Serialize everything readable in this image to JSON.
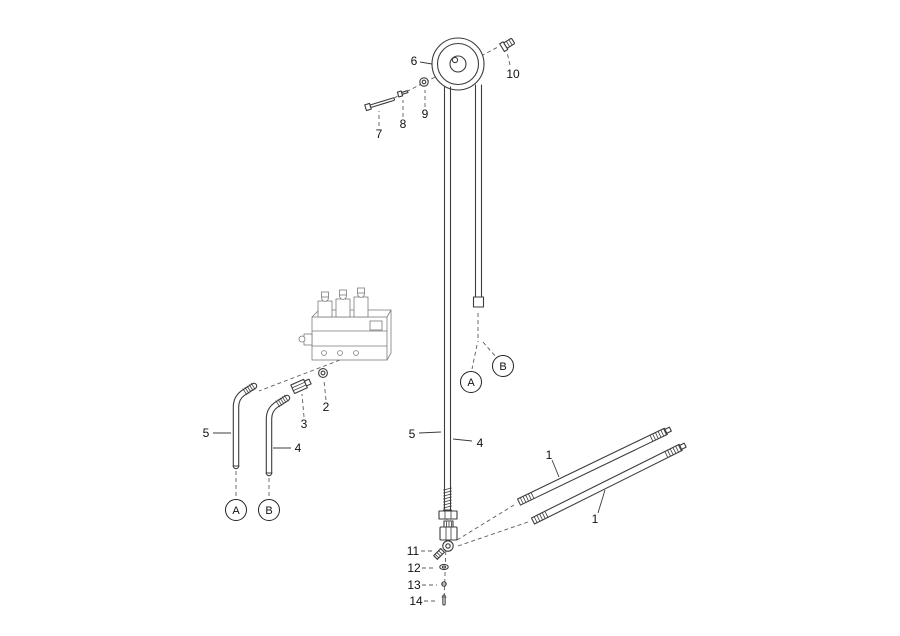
{
  "figure": {
    "callouts": {
      "n1_upper": "1",
      "n1_lower": "1",
      "n2": "2",
      "n3": "3",
      "n4_left": "4",
      "n4_center": "4",
      "n5_left": "5",
      "n5_center": "5",
      "n6": "6",
      "n7": "7",
      "n8": "8",
      "n9": "9",
      "n10": "10",
      "n11": "11",
      "n12": "12",
      "n13": "13",
      "n14": "14"
    },
    "references": {
      "a_left": "A",
      "b_left": "B",
      "a_center": "A",
      "b_center": "B"
    },
    "colors": {
      "background": "#ffffff",
      "part_stroke": "#3c3c3c",
      "block_stroke": "#7a7a7a",
      "leader_dash": "#5c5c5c",
      "leader_solid": "#3c3c3c",
      "label_text": "#111111",
      "ref_stroke": "#222222"
    }
  }
}
